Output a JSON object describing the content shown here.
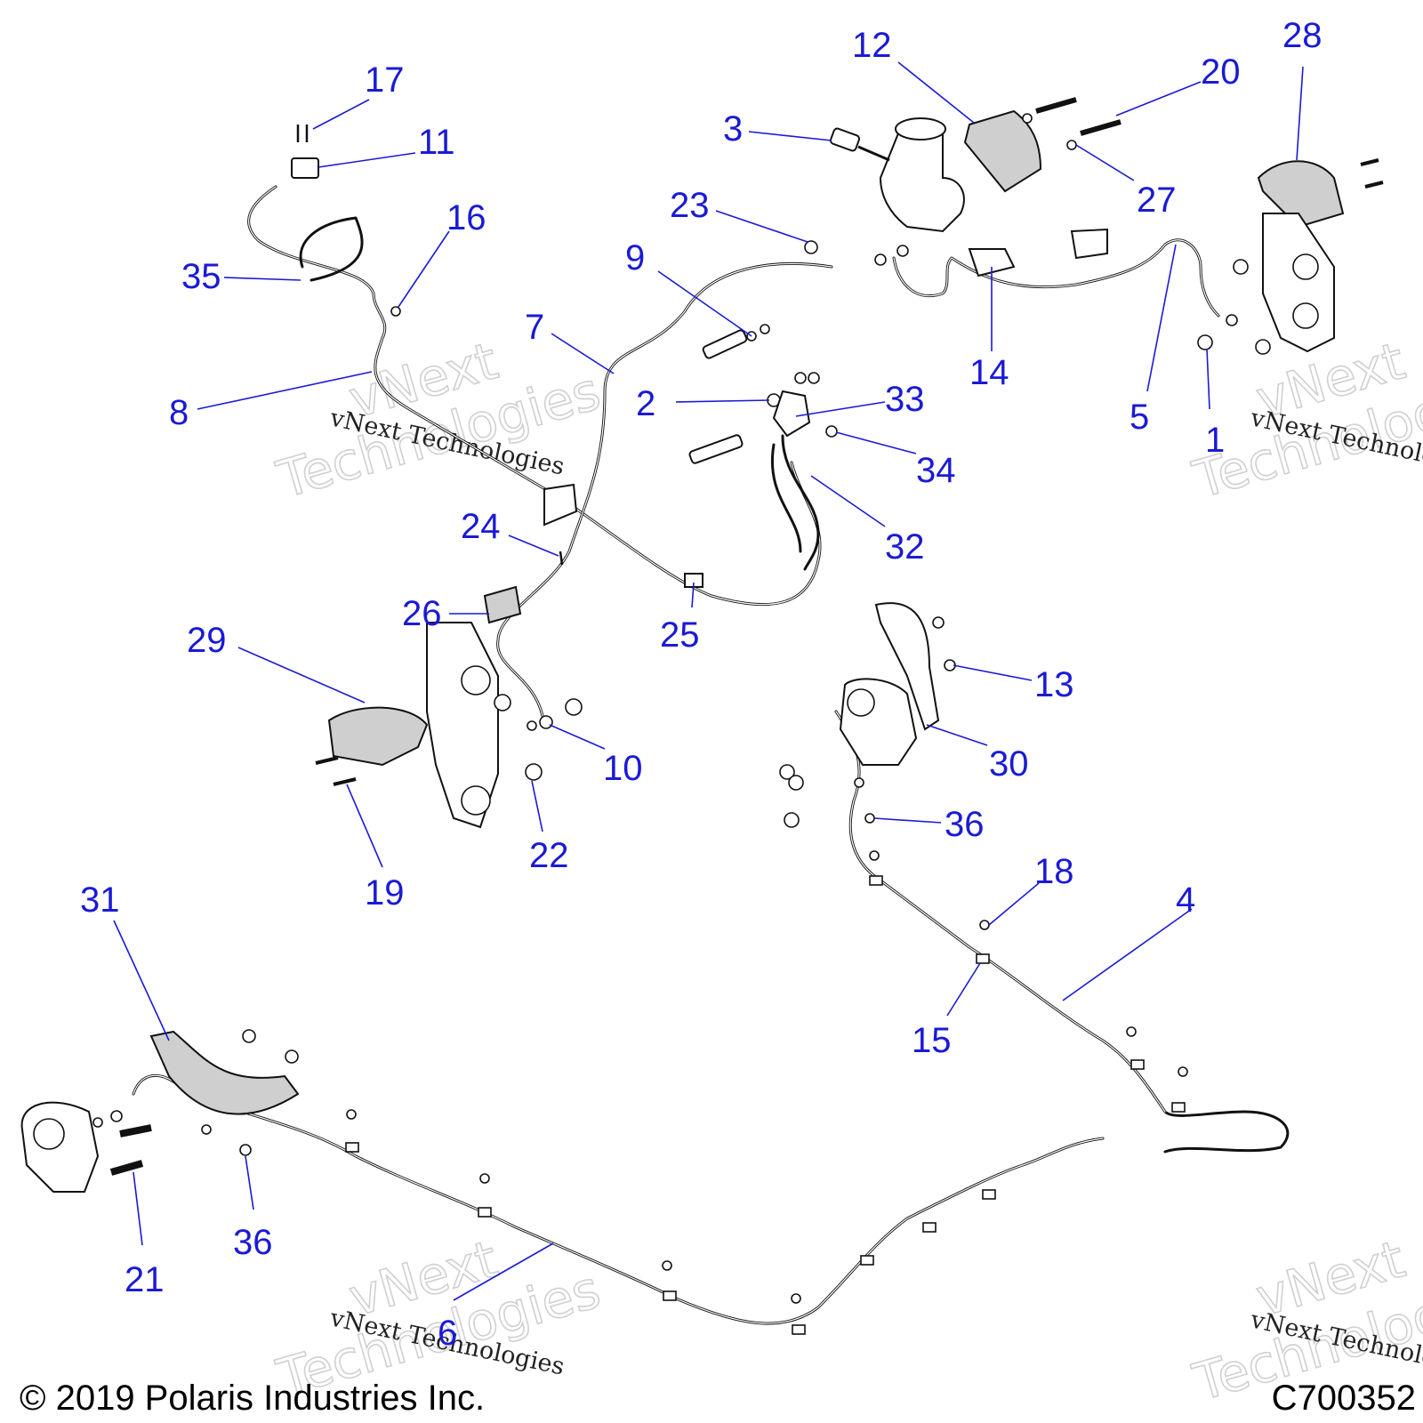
{
  "callouts": [
    "17",
    "11",
    "16",
    "35",
    "8",
    "12",
    "3",
    "20",
    "27",
    "28",
    "23",
    "9",
    "7",
    "14",
    "5",
    "1",
    "2",
    "33",
    "34",
    "32",
    "24",
    "26",
    "25",
    "29",
    "10",
    "22",
    "19",
    "13",
    "30",
    "36",
    "18",
    "4",
    "15",
    "31",
    "36",
    "21",
    "6"
  ],
  "watermark": {
    "brand_small": "vNext Technologies",
    "brand_outline_1": "vNext",
    "brand_outline_2": "Technologies"
  },
  "footer": {
    "copyright": "© 2019 Polaris Industries Inc.",
    "drawing_number": "C700352"
  },
  "colors": {
    "callout": "#1a1ad6",
    "line_art": "#111111",
    "watermark": "#c8c8c8"
  }
}
